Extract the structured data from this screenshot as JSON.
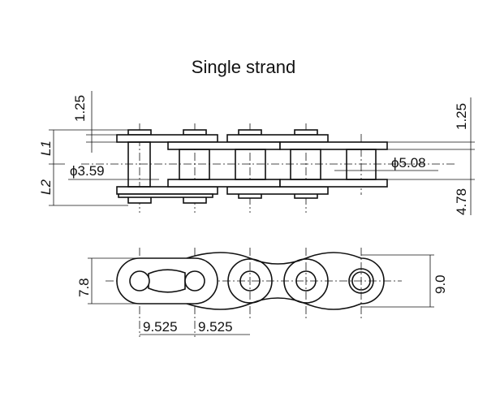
{
  "title": "Single strand",
  "top_view": {
    "dims": {
      "left_plate_thickness": "1.25",
      "right_plate_thickness": "1.25",
      "L1": "L1",
      "L2": "L2",
      "pin_diameter": "ϕ3.59",
      "roller_diameter": "ϕ5.08",
      "inner_width": "4.78"
    }
  },
  "side_view": {
    "dims": {
      "pin_link_height": "7.8",
      "roller_link_height": "9.0",
      "pitch_1": "9.525",
      "pitch_2": "9.525"
    }
  },
  "labels": {
    "L": "L",
    "sub1": "1",
    "sub2": "2"
  }
}
